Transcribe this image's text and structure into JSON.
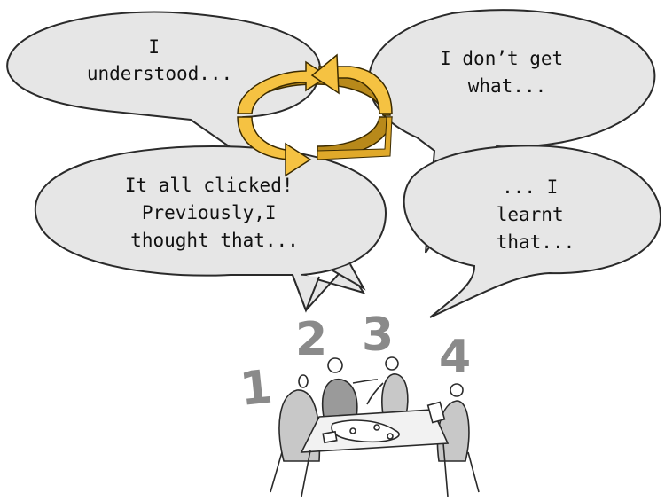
{
  "bubbles": [
    {
      "id": "top-left",
      "lines": [
        "I",
        "understood..."
      ]
    },
    {
      "id": "top-right",
      "lines": [
        "I don’t get",
        "what..."
      ]
    },
    {
      "id": "middle-left",
      "lines": [
        "It all clicked!",
        "Previously,I",
        "thought that..."
      ]
    },
    {
      "id": "middle-right",
      "lines": [
        "... I",
        "learnt",
        "that..."
      ]
    }
  ],
  "people_numbers": [
    "1",
    "2",
    "3",
    "4"
  ],
  "colors": {
    "bubble_fill": "#e6e6e6",
    "bubble_stroke": "#2a2a2a",
    "cycle_arrow": "#f5c242",
    "cycle_arrow_dark": "#b8891a",
    "number_gray": "#8a8a8a",
    "figure_fill": "#c8c8c8"
  },
  "icons": [
    "cycle-arrows-icon"
  ]
}
